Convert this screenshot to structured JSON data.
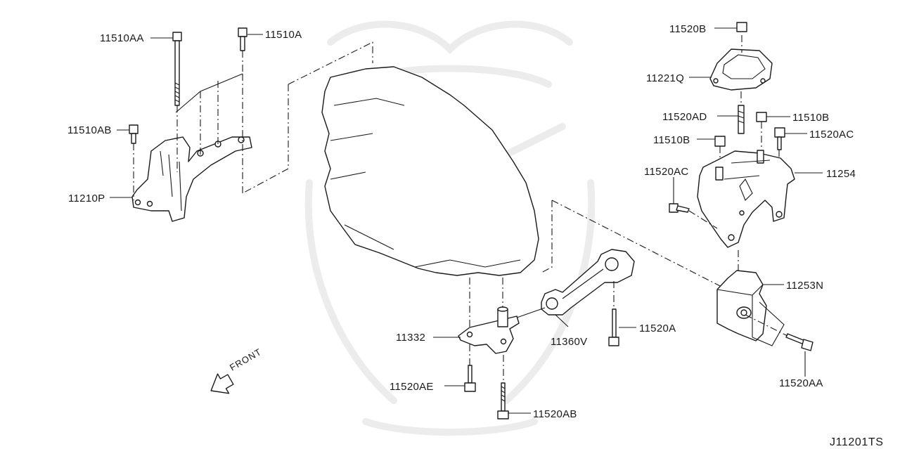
{
  "diagram_code": "J11201TS",
  "direction_label": "FRONT",
  "parts": {
    "p11510AA": "11510AA",
    "p11510A": "11510A",
    "p11510AB": "11510AB",
    "p11210P": "11210P",
    "p11332": "11332",
    "p11520AE": "11520AE",
    "p11520AB": "11520AB",
    "p11360V": "11360V",
    "p11520A": "11520A",
    "p11520B": "11520B",
    "p11221Q": "11221Q",
    "p11520AD": "11520AD",
    "p11510B_1": "11510B",
    "p11520AC_1": "11520AC",
    "p11510B_2": "11510B",
    "p11254": "11254",
    "p11520AC_2": "11520AC",
    "p11253N": "11253N",
    "p11520AA": "11520AA"
  }
}
